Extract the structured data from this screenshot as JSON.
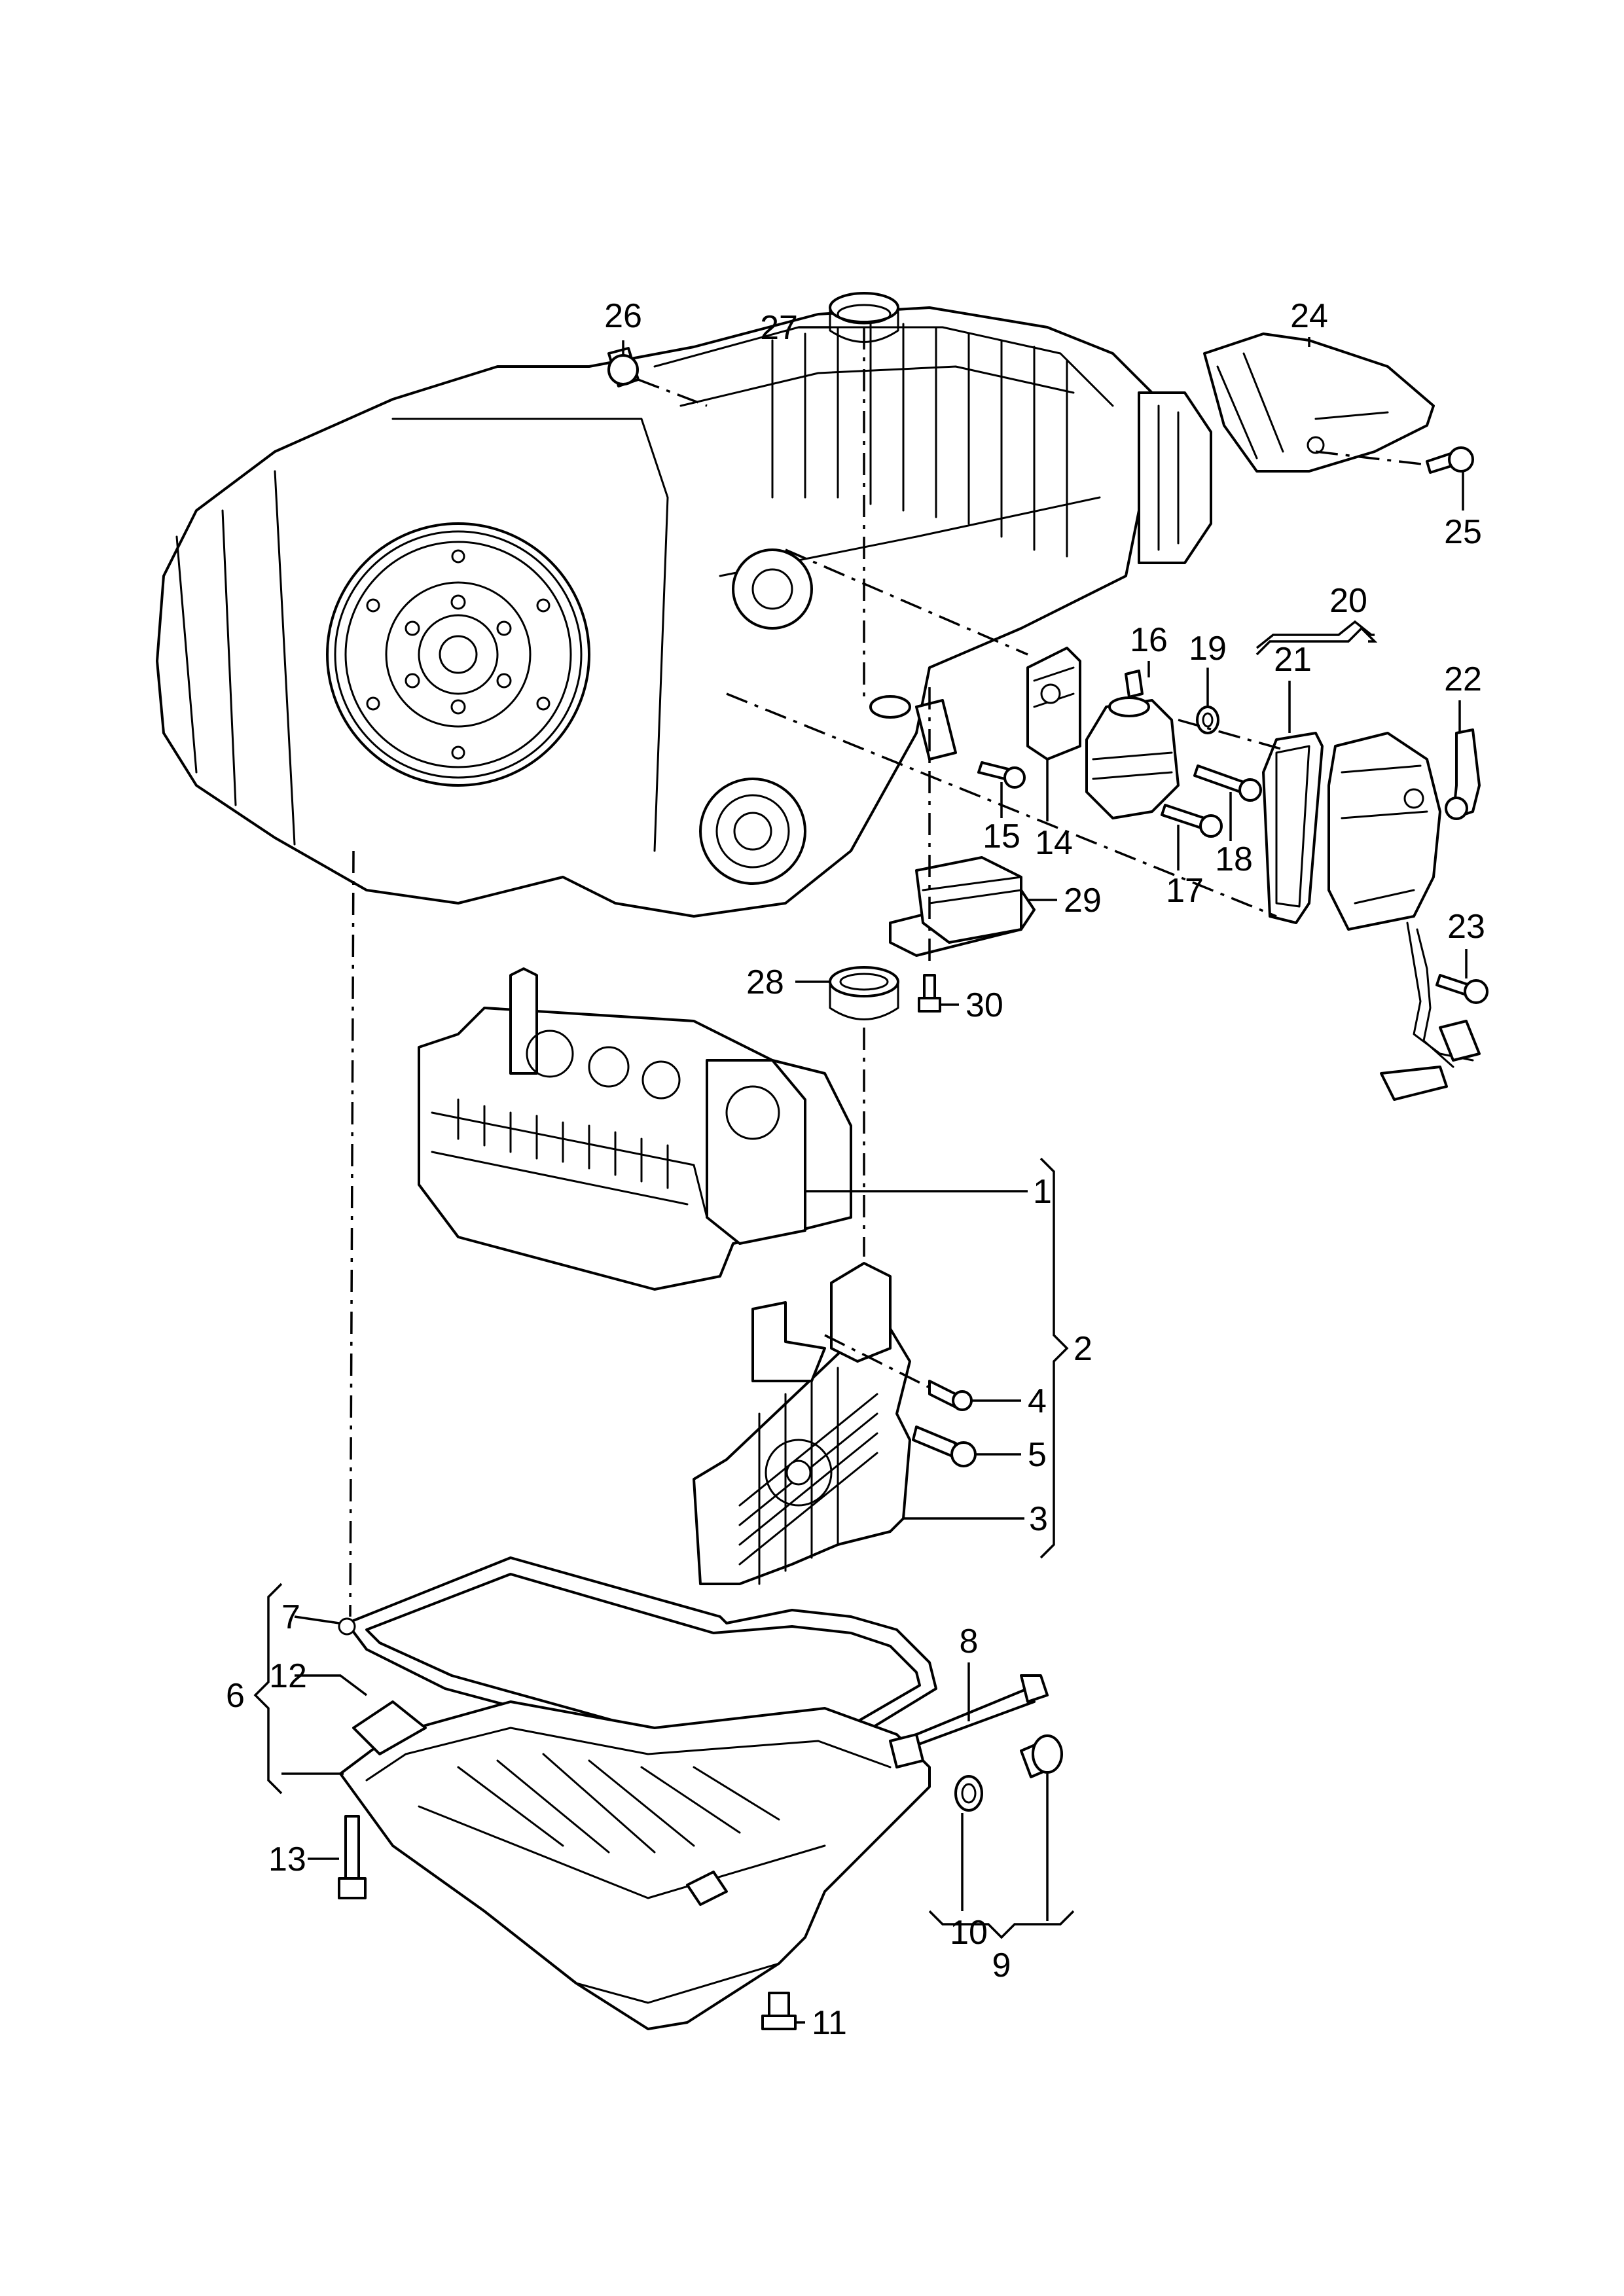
{
  "callouts": {
    "c1": "1",
    "c2": "2",
    "c3": "3",
    "c4": "4",
    "c5": "5",
    "c6": "6",
    "c7": "7",
    "c8": "8",
    "c9": "9",
    "c10": "10",
    "c11": "11",
    "c12": "12",
    "c13": "13",
    "c14": "14",
    "c15": "15",
    "c16": "16",
    "c17": "17",
    "c18": "18",
    "c19": "19",
    "c20": "20",
    "c21": "21",
    "c22": "22",
    "c23": "23",
    "c24": "24",
    "c25": "25",
    "c26": "26",
    "c27": "27",
    "c28": "28",
    "c29": "29",
    "c30": "30"
  }
}
